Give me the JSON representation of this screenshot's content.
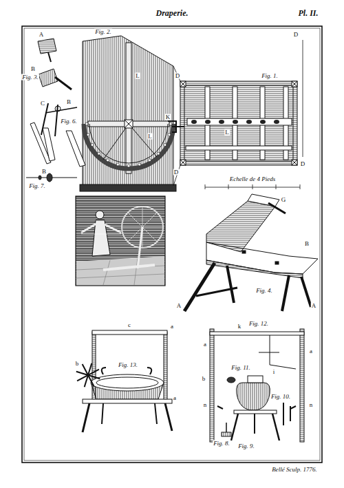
{
  "diagram": {
    "title": "Draperie.",
    "labels": [
      "Pl. II.",
      "Fig. 2.",
      "D",
      "D",
      "D",
      "D",
      "Fig. 1.",
      "K",
      "L",
      "L",
      "L",
      "Echelle de 4 Pieds",
      "Fig. 3.",
      "A",
      "B",
      "Fig. 6.",
      "C",
      "B",
      "Fig. 7.",
      "B",
      "Fig. 4.",
      "G",
      "B",
      "A",
      "A",
      "Fig. 13.",
      "a",
      "c",
      "b",
      "a",
      "Fig. 12.",
      "Fig. 11.",
      "Fig. 10.",
      "Fig. 9.",
      "Fig. 8.",
      "a",
      "b",
      "i",
      "n",
      "n",
      "k",
      "a",
      "Bellé Sculp. 1776."
    ]
  }
}
